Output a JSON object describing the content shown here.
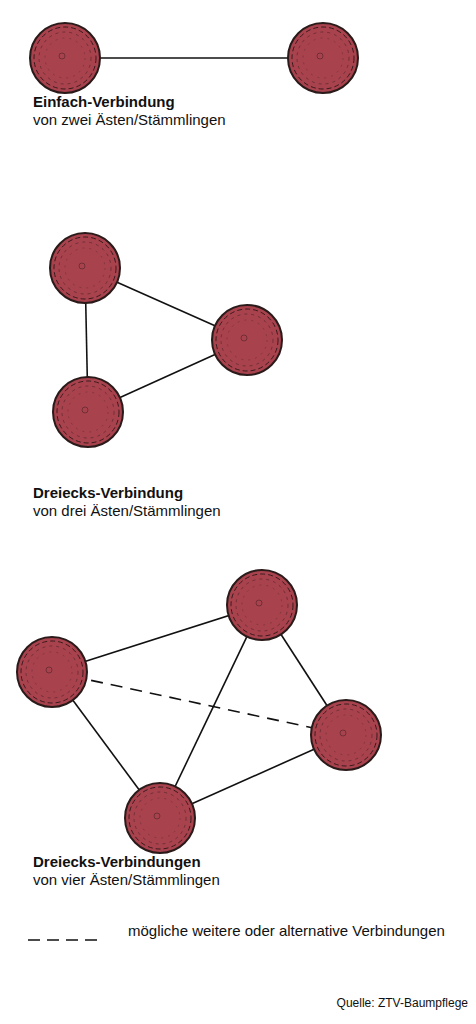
{
  "diagram": {
    "labels": [
      "Einfach-Verbindung",
      "von zwei Ästen/Stämmlingen",
      "Dreiecks-Verbindung",
      "von drei Ästen/Stämmlingen",
      "Dreiecks-Verbindungen",
      "von vier Ästen/Stämmlingen",
      "Quelle: ZTV-Baumpflege"
    ],
    "legend": [
      {
        "text": "mögliche weitere oder alternative Verbindungen"
      }
    ]
  }
}
